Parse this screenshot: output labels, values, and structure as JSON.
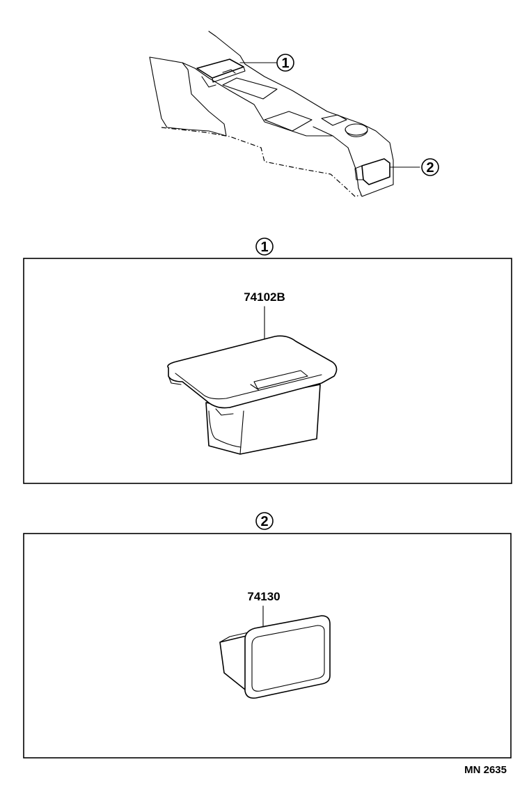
{
  "overview": {
    "callouts": [
      {
        "label": "1"
      },
      {
        "label": "2"
      }
    ]
  },
  "panels": [
    {
      "callout": "1",
      "part_number": "74102B"
    },
    {
      "callout": "2",
      "part_number": "74130"
    }
  ],
  "diagram_id": "MN 2635"
}
